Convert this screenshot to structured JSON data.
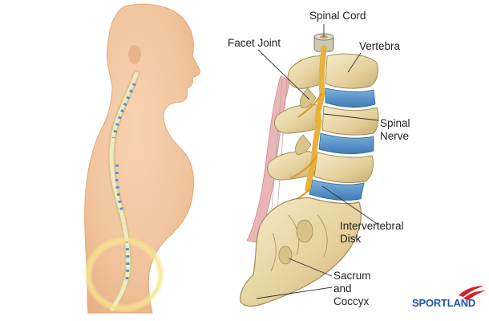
{
  "labels": {
    "spinal_cord": "Spinal Cord",
    "facet_joint": "Facet Joint",
    "vertebra": "Vertebra",
    "spinal_nerve": [
      "Spinal",
      "Nerve"
    ],
    "intervertebral_disk": [
      "Intervertebral",
      "Disk"
    ],
    "sacrum_coccyx": [
      "Sacrum",
      "and",
      "Coccyx"
    ]
  },
  "logo": {
    "text": "SPORTLAND"
  },
  "colors": {
    "skin": "#f2c39b",
    "bone": "#ecdcb0",
    "bone_shadow": "#b8a268",
    "disk": "#5b95c9",
    "nerve": "#e7b13a",
    "muscle": "#e2a7a7",
    "highlight_ring": "#f3e27a",
    "logo_blue": "#1f56a8",
    "logo_red": "#d3242a"
  }
}
